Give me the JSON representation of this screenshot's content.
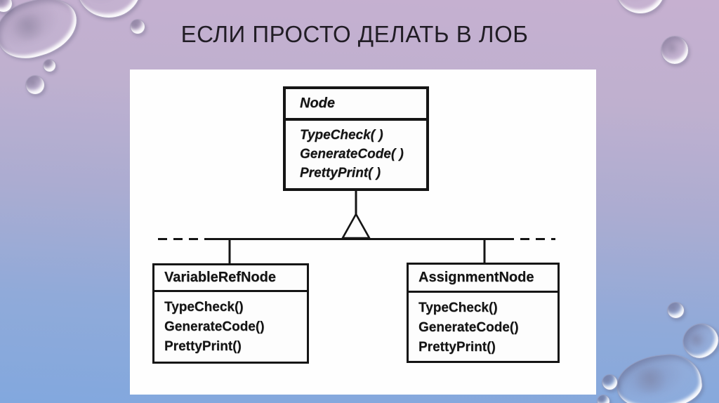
{
  "slide": {
    "title": "ЕСЛИ ПРОСТО ДЕЛАТЬ В ЛОБ"
  },
  "diagram": {
    "type": "uml-class-inheritance",
    "classes": [
      {
        "name": "Node",
        "abstract": true,
        "methods": [
          "TypeCheck( )",
          "GenerateCode( )",
          "PrettyPrint( )"
        ]
      },
      {
        "name": "VariableRefNode",
        "abstract": false,
        "methods": [
          "TypeCheck()",
          "GenerateCode()",
          "PrettyPrint()"
        ]
      },
      {
        "name": "AssignmentNode",
        "abstract": false,
        "methods": [
          "TypeCheck()",
          "GenerateCode()",
          "PrettyPrint()"
        ]
      }
    ],
    "relation": {
      "type": "inheritance",
      "parent": "Node",
      "children": [
        "VariableRefNode",
        "AssignmentNode"
      ],
      "open_ended_sides": true
    }
  },
  "colors": {
    "background_top": "#c6b0d0",
    "background_bottom": "#82a8de",
    "panel": "#fefefe",
    "diagram_ink": "#151515",
    "title_text": "#211d25"
  }
}
